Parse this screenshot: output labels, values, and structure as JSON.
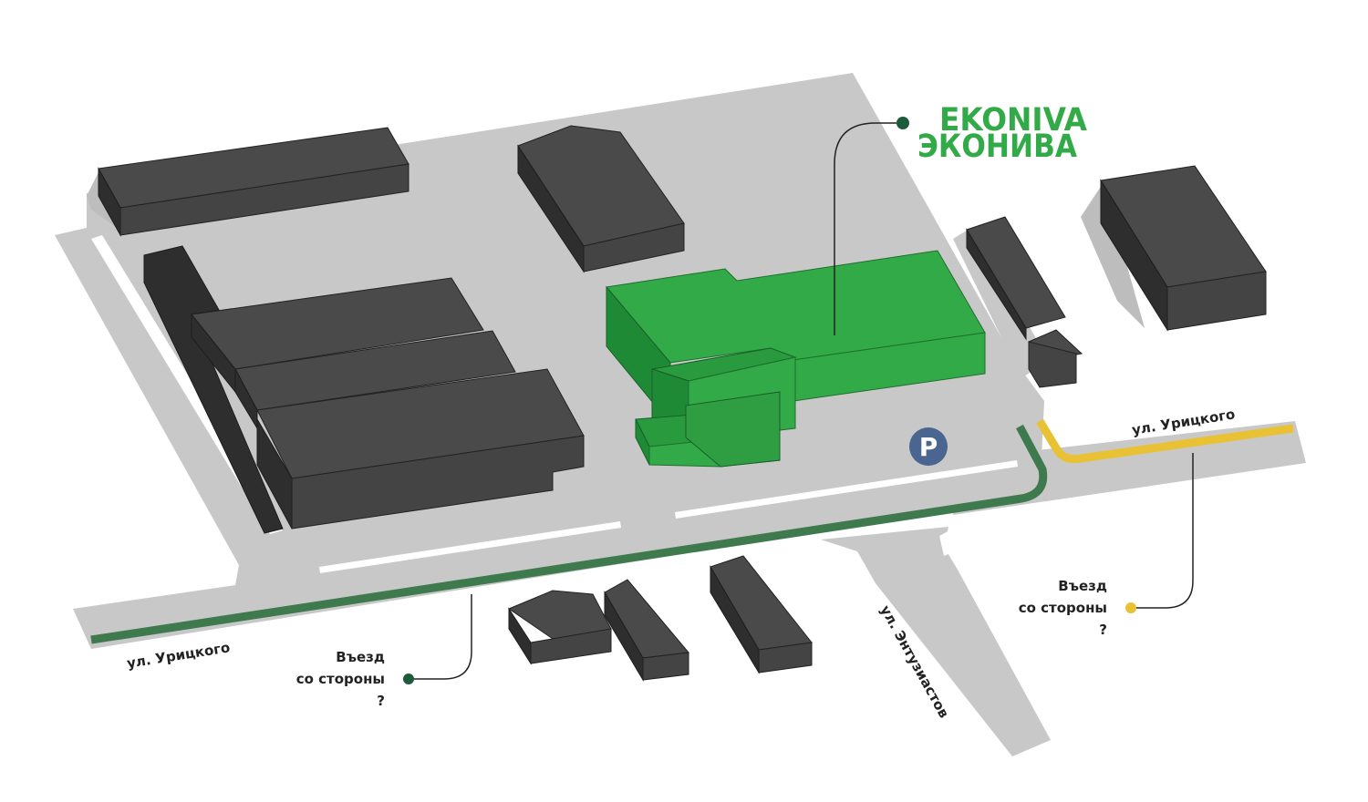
{
  "logo": {
    "latin": "EKONIVA",
    "cyrillic": "ЭКОНИВА"
  },
  "streets": {
    "uritskogo_left": "ул. Урицкого",
    "uritskogo_right": "ул. Урицкого",
    "entuziastov": "ул. Энтузиастов"
  },
  "entries": [
    {
      "line1": "Въезд",
      "line2": "со стороны",
      "line3": "?",
      "color": "#1e5a3c"
    },
    {
      "line1": "Въезд",
      "line2": "со стороны",
      "line3": "?",
      "color": "#e8c234"
    }
  ],
  "parking": {
    "symbol": "P",
    "color": "#4a6590"
  },
  "colors": {
    "brand_green": "#33aa48",
    "brand_dark_green": "#0f4d26",
    "ground": "#c8c8c8",
    "building": "#444444"
  }
}
